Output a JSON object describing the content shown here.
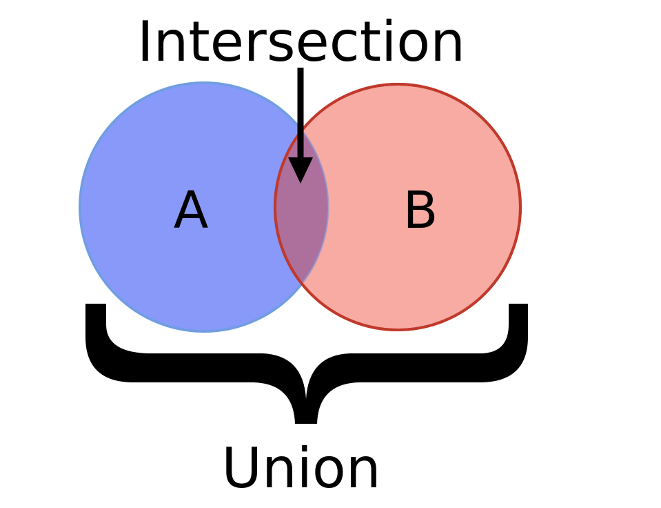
{
  "title": "Intersection",
  "sets": [
    {
      "label": "A",
      "fill": "#8899fa",
      "stroke": "#6aaaf0"
    },
    {
      "label": "B",
      "fill": "#f7aba2",
      "stroke": "#c0392b"
    }
  ],
  "intersection": {
    "fill": "#ad6f9c"
  },
  "union_label": "Union",
  "colors": {
    "text": "#000000",
    "arrow": "#000000",
    "brace": "#000000",
    "background": "#ffffff"
  }
}
